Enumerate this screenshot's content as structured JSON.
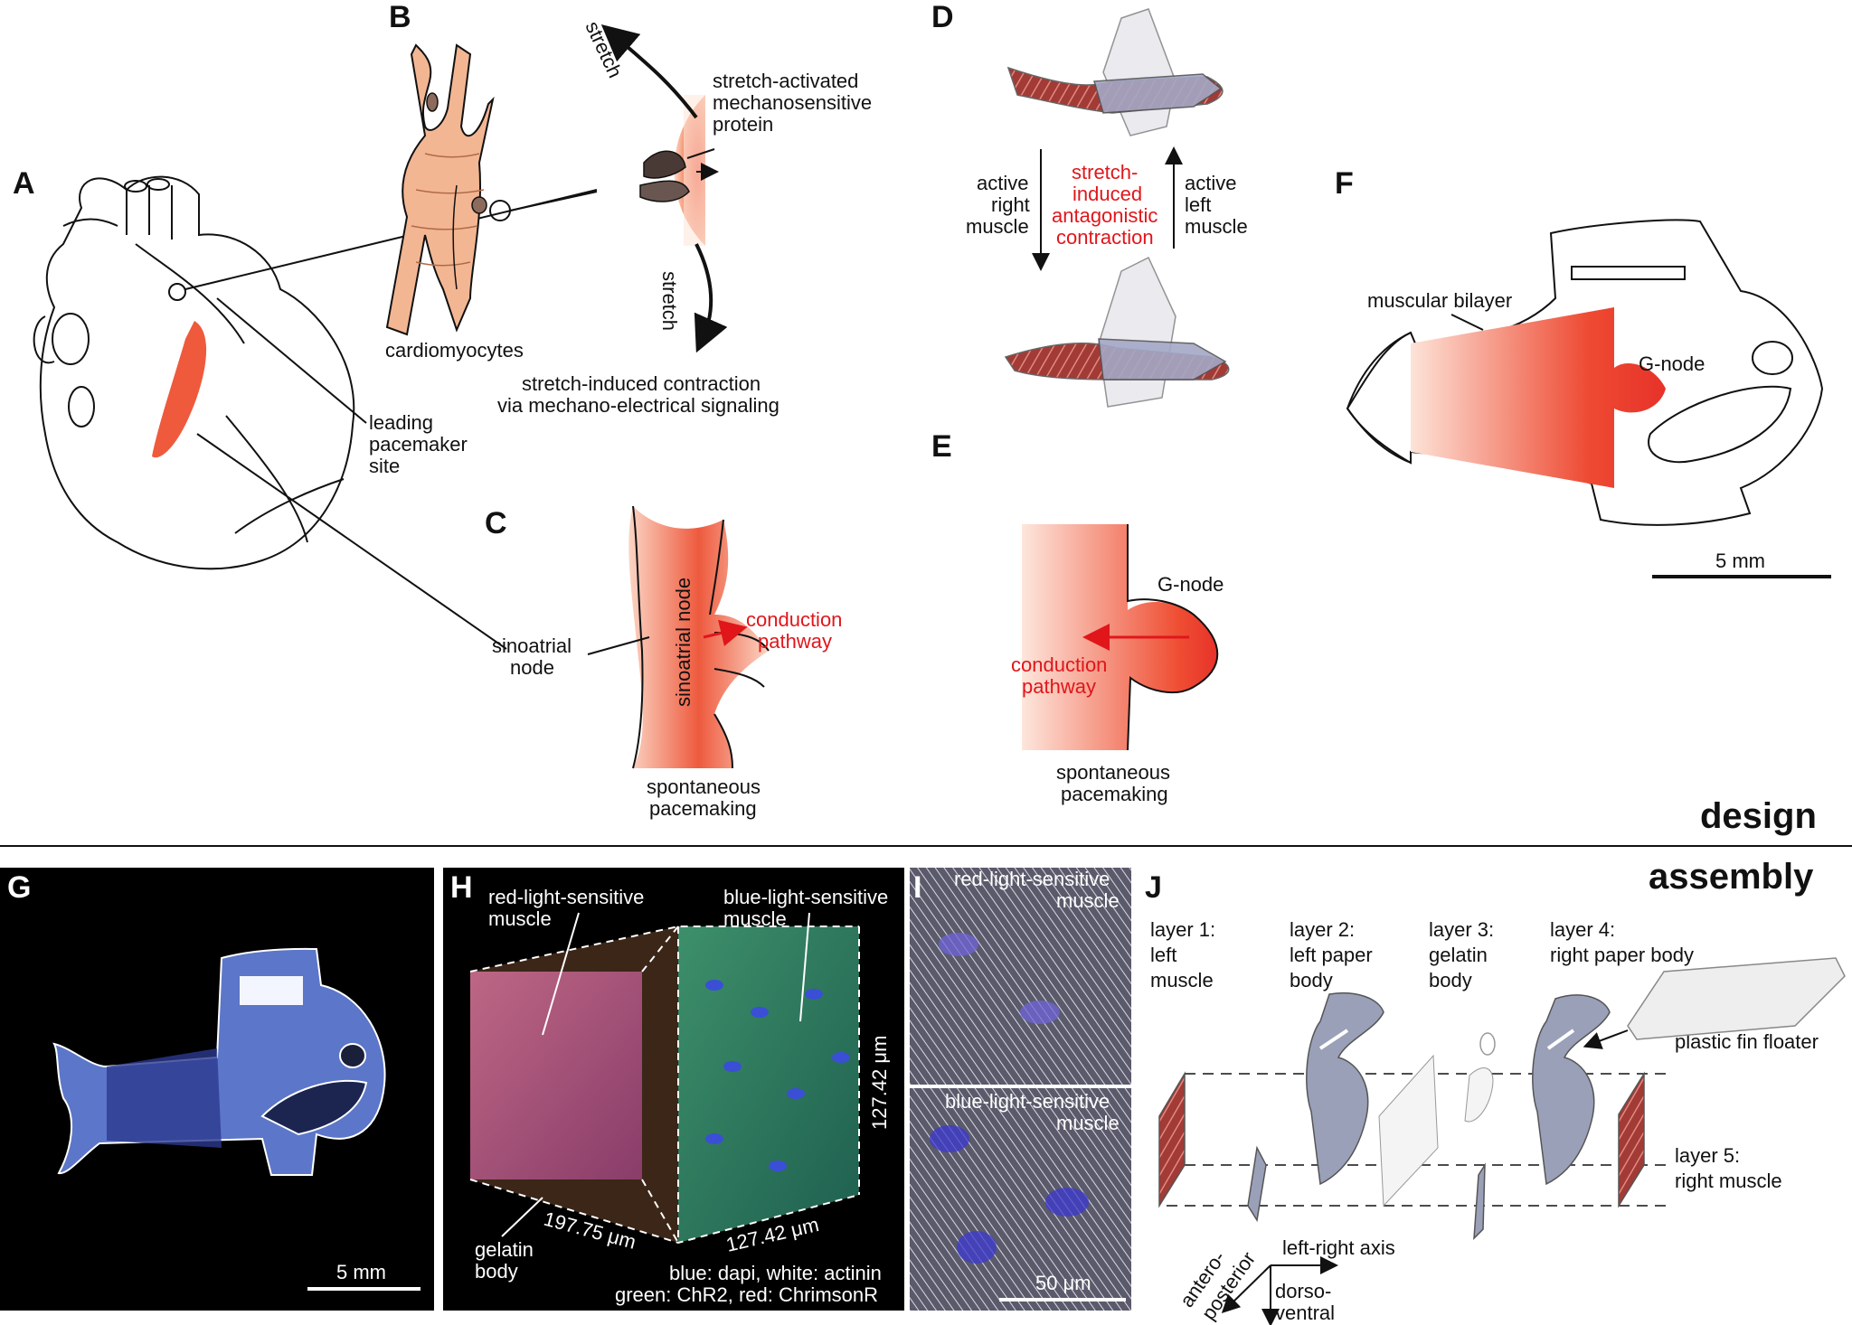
{
  "colors": {
    "accent_red": "#e0161b",
    "muscle_orange": "#ef5a3c",
    "paper_gray": "#9aa0b8",
    "panel_black": "#000000"
  },
  "sections": {
    "design": "design",
    "assembly": "assembly"
  },
  "panel_letters": {
    "A": "A",
    "B": "B",
    "C": "C",
    "D": "D",
    "E": "E",
    "F": "F",
    "G": "G",
    "H": "H",
    "I": "I",
    "J": "J"
  },
  "panelA": {
    "leading_1": "leading",
    "leading_2": "pacemaker",
    "leading_3": "site",
    "sinoatrial_1": "sinoatrial",
    "sinoatrial_2": "node"
  },
  "panelB": {
    "stretch_top": "stretch",
    "stretch_bottom": "stretch",
    "protein_1": "stretch-activated",
    "protein_2": "mechanosensitive",
    "protein_3": "protein",
    "cardiomyocytes": "cardiomyocytes",
    "caption_1": "stretch-induced contraction",
    "caption_2": "via mechano-electrical signaling"
  },
  "panelC": {
    "node_label": "sinoatrial node",
    "conduction_1": "conduction",
    "conduction_2": "pathway",
    "spont_1": "spontaneous",
    "spont_2": "pacemaking"
  },
  "panelD": {
    "active_right_1": "active",
    "active_right_2": "right",
    "active_right_3": "muscle",
    "center_1": "stretch-",
    "center_2": "induced",
    "center_3": "antagonistic",
    "center_4": "contraction",
    "active_left_1": "active",
    "active_left_2": "left",
    "active_left_3": "muscle"
  },
  "panelE": {
    "gnode": "G-node",
    "conduction_1": "conduction",
    "conduction_2": "pathway",
    "spont_1": "spontaneous",
    "spont_2": "pacemaking"
  },
  "panelF": {
    "bilayer": "muscular bilayer",
    "gnode": "G-node",
    "scale": "5 mm"
  },
  "panelG": {
    "scale": "5 mm"
  },
  "panelH": {
    "red_1": "red-light-sensitive",
    "red_2": "muscle",
    "blue_1": "blue-light-sensitive",
    "blue_2": "muscle",
    "gelatin_1": "gelatin",
    "gelatin_2": "body",
    "dim_depth": "197.75 μm",
    "dim_width": "127.42 μm",
    "dim_height": "127.42 μm",
    "legend_1": "blue: dapi, white: actinin",
    "legend_2": "green: ChR2, red: ChrimsonR"
  },
  "panelI": {
    "red_1": "red-light-sensitive",
    "red_2": "muscle",
    "blue_1": "blue-light-sensitive",
    "blue_2": "muscle",
    "scale": "50 μm"
  },
  "panelJ": {
    "layer1_1": "layer 1:",
    "layer1_2": "left",
    "layer1_3": "muscle",
    "layer2_1": "layer 2:",
    "layer2_2": "left paper",
    "layer2_3": "body",
    "layer3_1": "layer 3:",
    "layer3_2": "gelatin",
    "layer3_3": "body",
    "layer4_1": "layer 4:",
    "layer4_2": "right paper body",
    "floater": "plastic fin floater",
    "layer5_1": "layer 5:",
    "layer5_2": "right muscle",
    "axis_lr": "left-right axis",
    "axis_ap_1": "antero-",
    "axis_ap_2": "posterior",
    "axis_dv_1": "dorso-",
    "axis_dv_2": "ventral"
  }
}
